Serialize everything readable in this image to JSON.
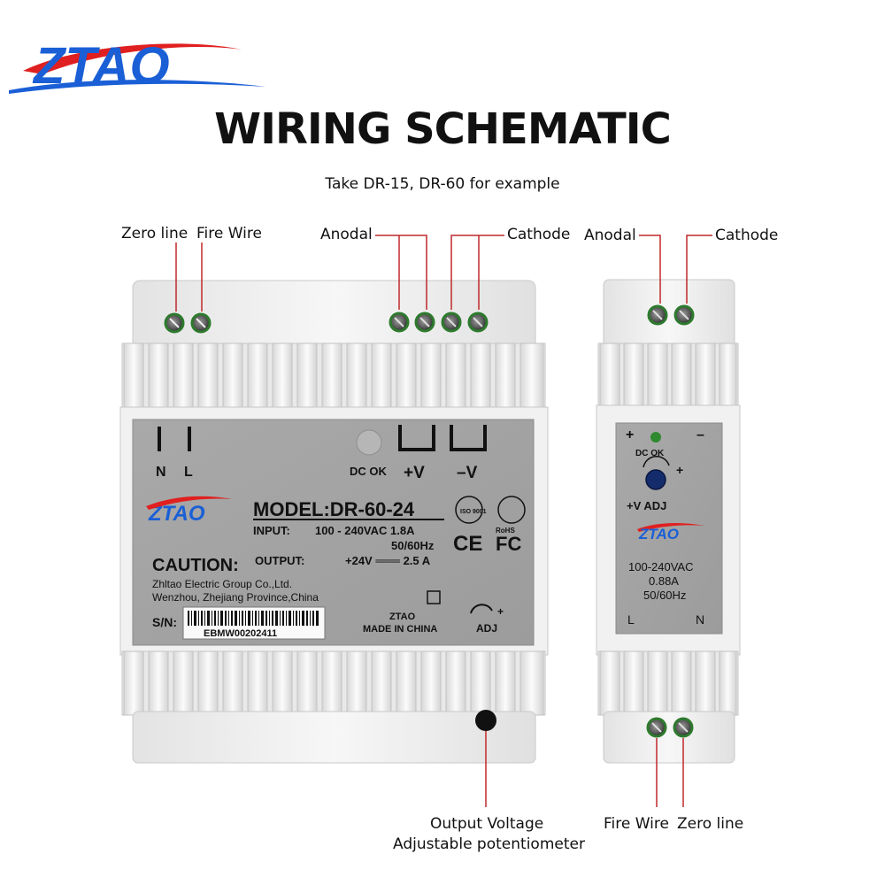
{
  "brand": {
    "logo_text": "ZTAO",
    "accent": "#e02020",
    "blue": "#1a5fd6"
  },
  "header": {
    "title": "WIRING SCHEMATIC",
    "subtitle": "Take DR-15, DR-60 for example"
  },
  "callouts": {
    "dr60_zero_line": "Zero line",
    "dr60_fire_wire": "Fire Wire",
    "dr60_anodal": "Anodal",
    "dr60_cathode": "Cathode",
    "dr60_pot_line1": "Output Voltage",
    "dr60_pot_line2": "Adjustable potentiometer",
    "dr15_anodal": "Anodal",
    "dr15_cathode": "Cathode",
    "dr15_fire_wire": "Fire Wire",
    "dr15_zero_line": "Zero line"
  },
  "dr60_label": {
    "n": "N",
    "l": "L",
    "dc_ok": "DC OK",
    "plus_v": "+V",
    "minus_v": "–V",
    "logo": "ZTAO",
    "model": "MODEL:DR-60-24",
    "input_label": "INPUT:",
    "input_value": "100 - 240VAC  1.8A",
    "input_freq": "50/60Hz",
    "output_label": "OUTPUT:",
    "output_value": "+24V  ═══  2.5 A",
    "caution": "CAUTION:",
    "company_line1": "Zhltao Electric Group Co.,Ltd.",
    "company_line2": "Wenzhou, Zhejiang Province,China",
    "sn_label": "S/N:",
    "sn_value": "EBMW00202411",
    "maker": "ZTAO",
    "made_in": "MADE IN CHINA",
    "adj": "ADJ",
    "ce": "CE",
    "fc": "FC",
    "rohs": "RoHS",
    "iso": "ISO 9001"
  },
  "dr15_label": {
    "plus": "+",
    "minus": "–",
    "dc_ok": "DC OK",
    "plus_v_adj": "+V ADJ",
    "logo": "ZTAO",
    "input_value": "100-240VAC",
    "input_current": "0.88A",
    "input_freq": "50/60Hz",
    "l": "L",
    "n": "N"
  }
}
